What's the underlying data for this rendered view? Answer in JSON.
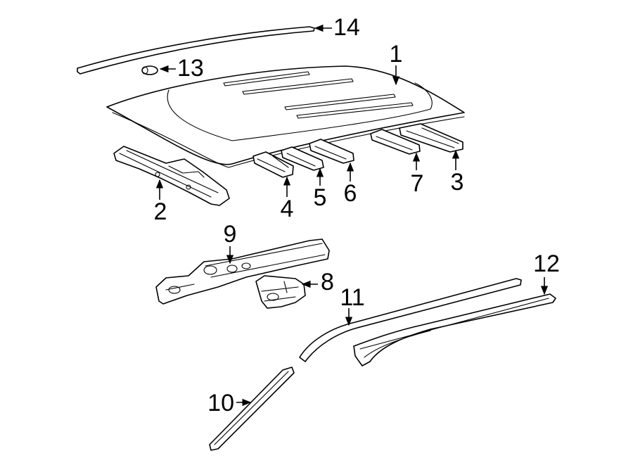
{
  "diagram": {
    "callouts": {
      "c1": "1",
      "c2": "2",
      "c3": "3",
      "c4": "4",
      "c5": "5",
      "c6": "6",
      "c7": "7",
      "c8": "8",
      "c9": "9",
      "c10": "10",
      "c11": "11",
      "c12": "12",
      "c13": "13",
      "c14": "14"
    },
    "colors": {
      "line": "#000000",
      "background": "#ffffff"
    }
  }
}
